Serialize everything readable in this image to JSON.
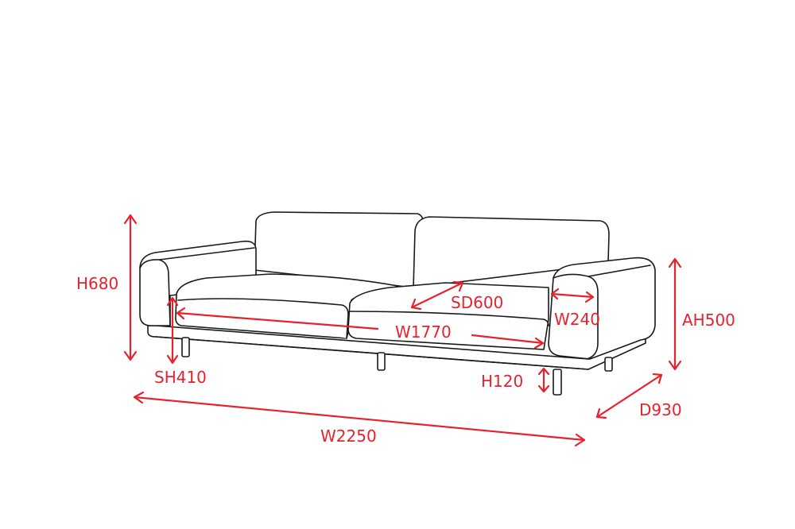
{
  "colors": {
    "dimension": "#e8222c",
    "outline": "#1a1a1a",
    "background": "#ffffff"
  },
  "dimensions": {
    "overall_height": "H680",
    "seat_height": "SH410",
    "overall_width": "W2250",
    "seat_width": "W1770",
    "seat_depth": "SD600",
    "arm_width": "W240",
    "arm_height": "AH500",
    "leg_height": "H120",
    "overall_depth": "D930"
  }
}
